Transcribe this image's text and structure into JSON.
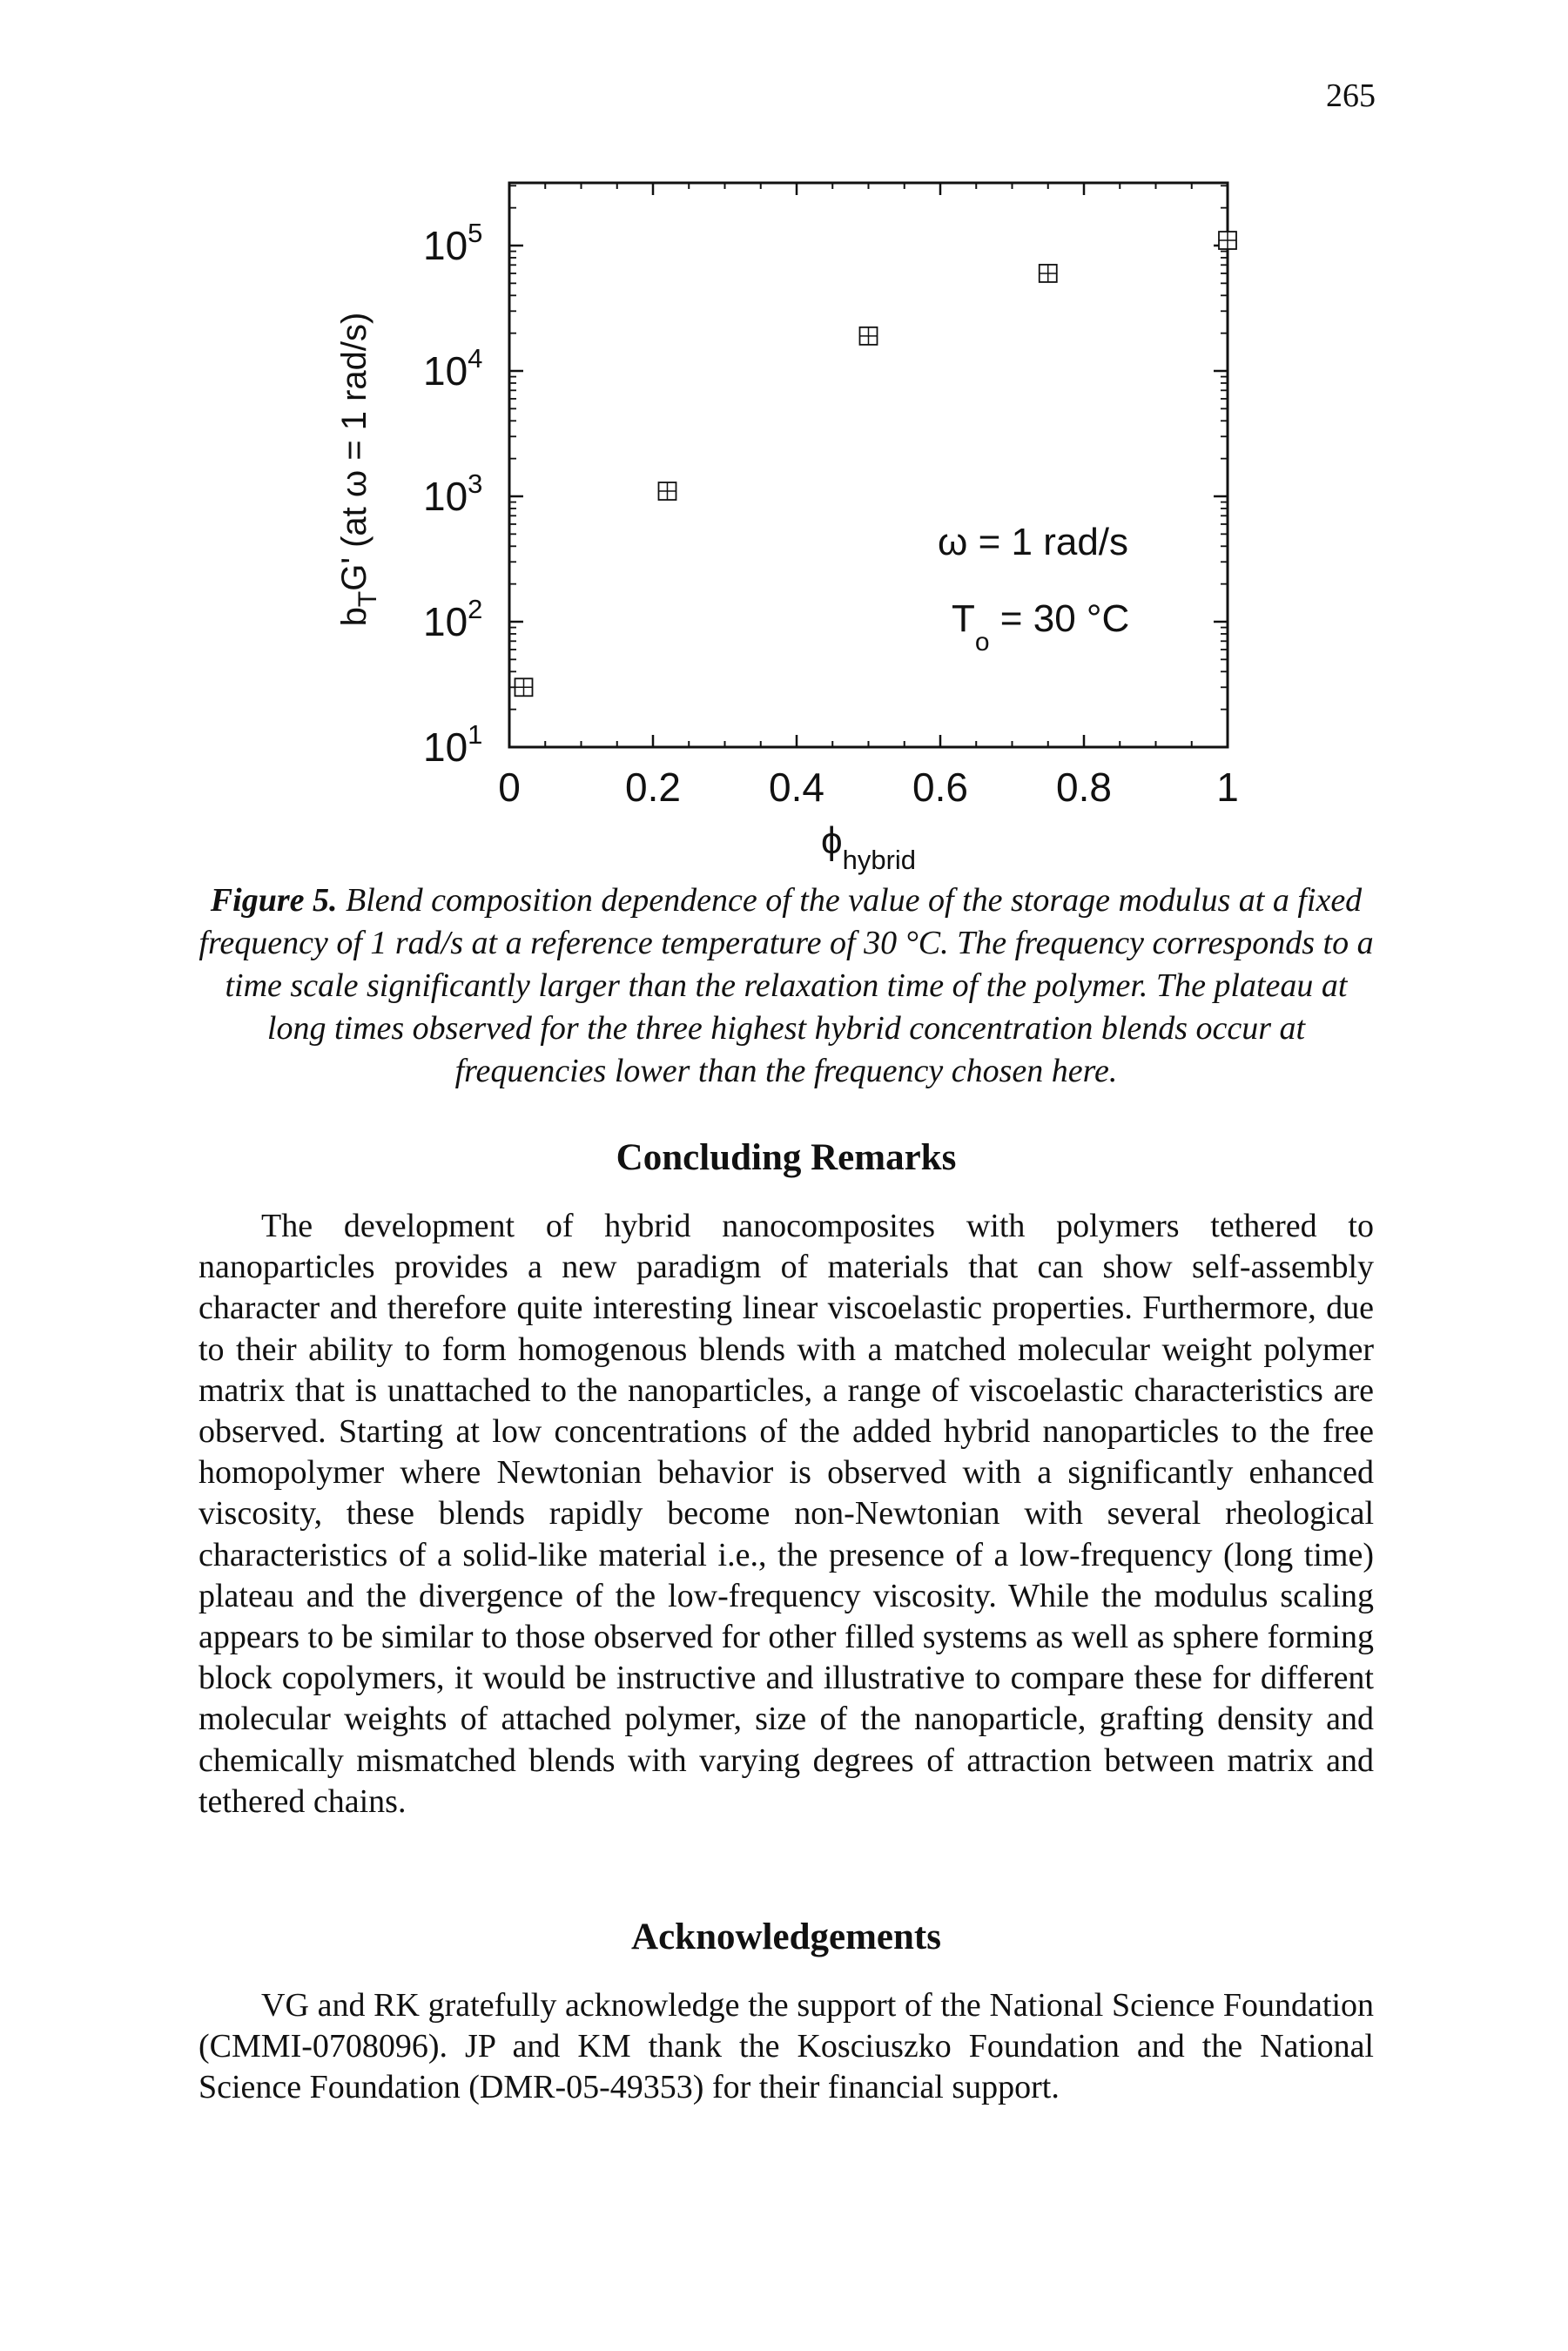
{
  "page_number": "265",
  "figure": {
    "caption_label": "Figure 5.",
    "caption_text": " Blend composition dependence of the value of the storage modulus at a fixed frequency of 1 rad/s at a reference temperature of 30 °C. The frequency corresponds to a time scale significantly larger than the relaxation time of the polymer. The plateau at long times observed for the three highest hybrid concentration blends occur at frequencies lower than the frequency chosen here."
  },
  "chart_data": {
    "type": "scatter",
    "title": "",
    "xlabel": "ϕ",
    "xlabel_sub": "hybrid",
    "ylabel": "b",
    "ylabel_sub": "T",
    "ylabel_rest": "G' (at ω = 1 rad/s)",
    "xlim": [
      0,
      1
    ],
    "ylim": [
      10,
      316228
    ],
    "yscale": "log",
    "x_ticks": [
      0,
      0.2,
      0.4,
      0.6,
      0.8,
      1
    ],
    "x_tick_labels": [
      "0",
      "0.2",
      "0.4",
      "0.6",
      "0.8",
      "1"
    ],
    "y_ticks": [
      10,
      100,
      1000,
      10000,
      100000
    ],
    "y_tick_base": "10",
    "y_tick_exponents": [
      "1",
      "2",
      "3",
      "4",
      "5"
    ],
    "annotation_line1": "ω = 1 rad/s",
    "annotation_line2_main": "T",
    "annotation_line2_sub": "o",
    "annotation_line2_rest": " = 30 °C",
    "marker": "square-cross",
    "series": [
      {
        "x": [
          0.02,
          0.22,
          0.5,
          0.75,
          1.0
        ],
        "y": [
          30,
          1100,
          19000,
          60000,
          110000
        ]
      }
    ]
  },
  "sections": {
    "concluding_heading": "Concluding Remarks",
    "concluding_text": "The development of hybrid nanocomposites with polymers tethered to nanoparticles provides a new paradigm of materials that can show self-assembly character and therefore quite interesting linear viscoelastic properties. Furthermore, due to their ability to form homogenous blends with a matched molecular weight polymer matrix that is unattached to the nanoparticles, a range of viscoelastic characteristics are observed. Starting at low concentrations of the added hybrid nanoparticles to the free homopolymer where Newtonian behavior is observed with a significantly enhanced viscosity, these blends rapidly become non-Newtonian with several rheological characteristics of a solid-like material i.e., the presence of a low-frequency (long time) plateau and the divergence of the low-frequency viscosity. While the modulus scaling appears to be similar to those observed for other filled systems as well as sphere forming block copolymers, it would be instructive and illustrative to compare these for different molecular weights of attached polymer, size of the nanoparticle, grafting density and chemically mismatched blends with varying degrees of attraction between matrix and tethered chains.",
    "ack_heading": "Acknowledgements",
    "ack_text": "VG and RK gratefully acknowledge the support of the National Science Foundation (CMMI-0708096). JP and KM thank the Kosciuszko Foundation and the National Science Foundation (DMR-05-49353) for their financial support."
  }
}
